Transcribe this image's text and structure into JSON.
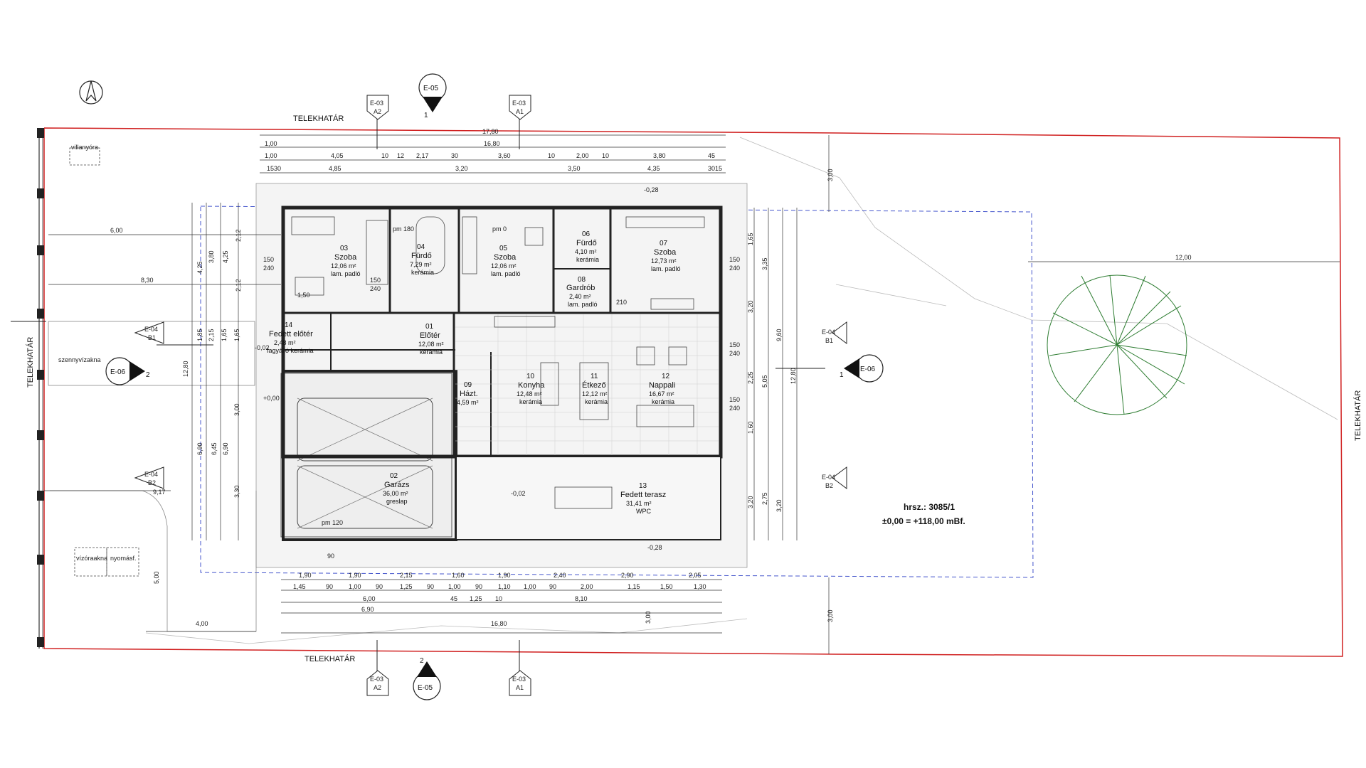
{
  "boundary_labels": {
    "top": "TELEKHATÁR",
    "bottom": "TELEKHATÁR",
    "left": "TELEKHATÁR",
    "right": "TELEKHATÁR"
  },
  "site_info": {
    "parcel": "hrsz.: 3085/1",
    "level": "±0,00 = +118,00 mBf."
  },
  "section_markers": {
    "e05_top": {
      "code": "E-05",
      "num": "1"
    },
    "e05_bottom": {
      "code": "E-05",
      "num": "2"
    },
    "e06_left": {
      "code": "E-06",
      "num": "2"
    },
    "e06_right": {
      "code": "E-06",
      "num": "1"
    }
  },
  "section_tags": {
    "e03_a2_top": {
      "code": "E-03",
      "sub": "A2"
    },
    "e03_a1_top": {
      "code": "E-03",
      "sub": "A1"
    },
    "e03_a2_bottom": {
      "code": "E-03",
      "sub": "A2"
    },
    "e03_a1_bottom": {
      "code": "E-03",
      "sub": "A1"
    },
    "e04_b1_left": {
      "code": "E-04",
      "sub": "B1"
    },
    "e04_b2_left": {
      "code": "E-04",
      "sub": "B2"
    },
    "e04_b1_right": {
      "code": "E-04",
      "sub": "B1"
    },
    "e04_b2_right": {
      "code": "E-04",
      "sub": "B2"
    }
  },
  "site_labels": {
    "villanyora": "villanyóra",
    "szennyviz": "szennyvízakna",
    "vizora": "vízóraakna",
    "nyomas": "nyomásf."
  },
  "rooms": [
    {
      "no": "01",
      "name": "Előtér",
      "area": "12,08 m²",
      "finish": "kerámia"
    },
    {
      "no": "02",
      "name": "Garázs",
      "area": "36,00 m²",
      "finish": "greslap"
    },
    {
      "no": "03",
      "name": "Szoba",
      "area": "12,06 m²",
      "finish": "lam. padló"
    },
    {
      "no": "04",
      "name": "Fürdő",
      "area": "7,29 m²",
      "finish": "kerámia"
    },
    {
      "no": "05",
      "name": "Szoba",
      "area": "12,06 m²",
      "finish": "lam. padló"
    },
    {
      "no": "06",
      "name": "Fürdő",
      "area": "4,10 m²",
      "finish": "kerámia"
    },
    {
      "no": "07",
      "name": "Szoba",
      "area": "12,73 m²",
      "finish": "lam. padló"
    },
    {
      "no": "08",
      "name": "Gardrób",
      "area": "2,40 m²",
      "finish": "lam. padló"
    },
    {
      "no": "09",
      "name": "Házt.",
      "area": "4,59 m²",
      "finish": ""
    },
    {
      "no": "10",
      "name": "Konyha",
      "area": "12,48 m²",
      "finish": "kerámia"
    },
    {
      "no": "11",
      "name": "Étkező",
      "area": "12,12 m²",
      "finish": "kerámia"
    },
    {
      "no": "12",
      "name": "Nappali",
      "area": "16,67 m²",
      "finish": "kerámia"
    },
    {
      "no": "13",
      "name": "Fedett terasz",
      "area": "31,41 m²",
      "finish": "WPC"
    },
    {
      "no": "14",
      "name": "Fedett előtér",
      "area": "2,48 m²",
      "finish": "fagyálló kerámia"
    }
  ],
  "levels": {
    "l1": "-0,28",
    "l2": "-0,02",
    "l3": "+0,00",
    "l4": "-0,02",
    "l5": "-0,28"
  },
  "dimensions": {
    "top": [
      "17,80",
      "16,80",
      "1,00",
      "1,00",
      "4,05",
      "10",
      "12",
      "2,17",
      "30",
      "3,60",
      "10",
      "2,00",
      "10",
      "3,80",
      "45",
      "1530",
      "4,85",
      "3,20",
      "3,50",
      "4,35",
      "3015"
    ],
    "bottom": [
      "1,90",
      "1,90",
      "2,15",
      "1,60",
      "1,90",
      "2,40",
      "2,90",
      "2,05",
      "1,45",
      "90",
      "1,00",
      "90",
      "1,25",
      "90",
      "1,00",
      "90",
      "1,10",
      "1,00",
      "90",
      "2,00",
      "1,15",
      "1,50",
      "1,30",
      "6,00",
      "45",
      "1,25",
      "10",
      "8,10",
      "6,90",
      "16,80",
      "3,00",
      "4,00",
      "5,00"
    ],
    "left": [
      "6,00",
      "8,30",
      "12,80",
      "6,90",
      "6,45",
      "6,90",
      "3,00",
      "3,30",
      "4,25",
      "3,80",
      "4,25",
      "2,12",
      "2,12",
      "1,85",
      "2,15",
      "1,65",
      "1,65",
      "9,17"
    ],
    "right": [
      "12,00",
      "3,00",
      "3,00",
      "12,80",
      "9,60",
      "5,05",
      "3,20",
      "2,75",
      "3,20",
      "3,35",
      "3,20",
      "2,25",
      "1,60",
      "1,65",
      "150",
      "240",
      "150",
      "240",
      "150",
      "240",
      "150",
      "240"
    ]
  },
  "window_tags": [
    "150",
    "240",
    "pm 120",
    "pm 180",
    "pm 0",
    "1,50",
    "210",
    "90"
  ]
}
